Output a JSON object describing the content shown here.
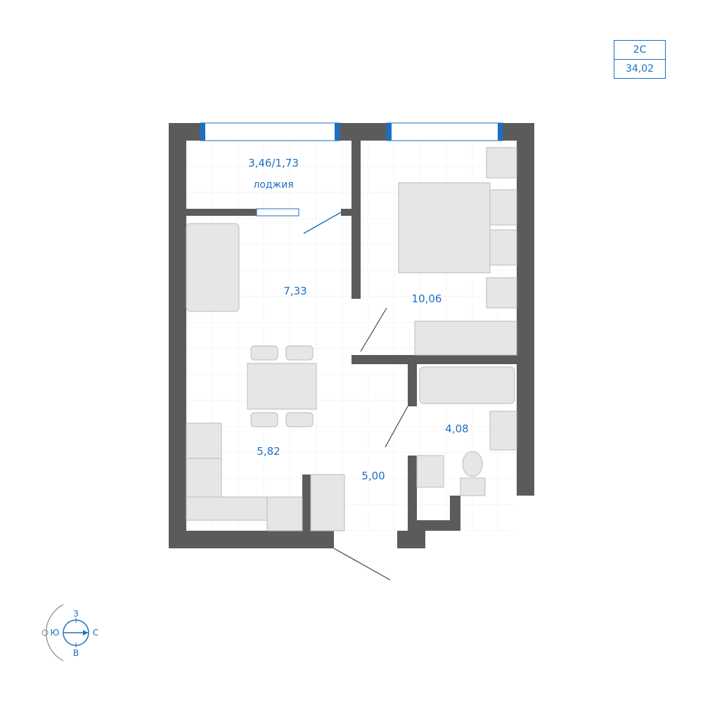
{
  "apartment": {
    "type": "2C",
    "total_area": "34,02"
  },
  "rooms": [
    {
      "id": "loggia",
      "area": "3,46/1,73",
      "label": "лоджия"
    },
    {
      "id": "living",
      "area": "7,33"
    },
    {
      "id": "bedroom",
      "area": "10,06"
    },
    {
      "id": "kitchen",
      "area": "5,82"
    },
    {
      "id": "hallway",
      "area": "5,00"
    },
    {
      "id": "bathroom",
      "area": "4,08"
    }
  ],
  "compass": {
    "west": "З",
    "south": "Ю",
    "north": "С",
    "east": "В"
  },
  "colors": {
    "wall": "#5b5b5b",
    "accent": "#1e6fc0",
    "furniture": "#e6e6e6",
    "grid": "#ececec"
  }
}
